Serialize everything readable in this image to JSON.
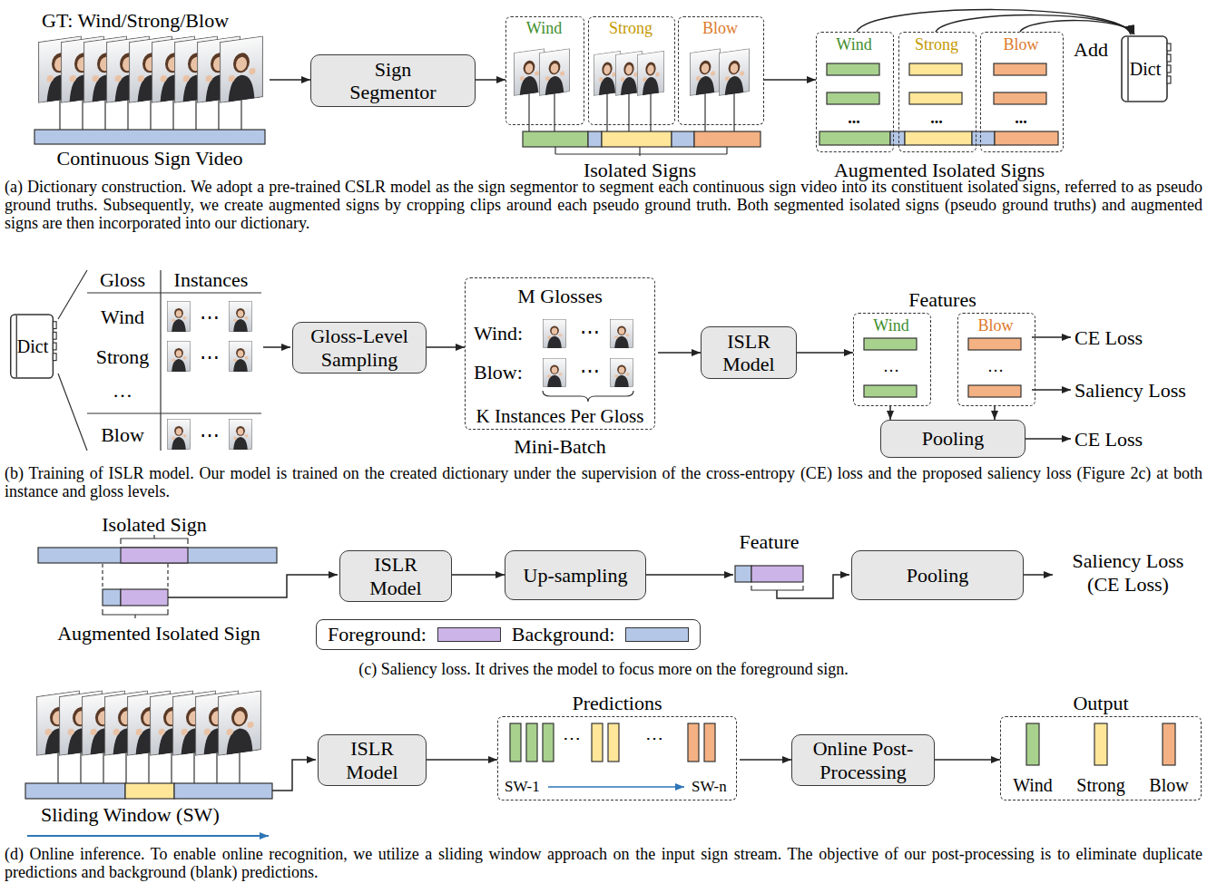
{
  "diagram": {
    "nodes": [
      {
        "text": [
          "GT: Wind/Strong/Blow",
          "Continuous Sign Video"
        ]
      },
      {
        "text": [
          "Sign Segmentor"
        ]
      },
      {
        "text": [
          "Wind"
        ]
      },
      {
        "text": [
          "Strong"
        ]
      },
      {
        "text": [
          "Blow"
        ]
      },
      {
        "text": [
          "Wind",
          "..."
        ]
      },
      {
        "text": [
          "Strong",
          "..."
        ]
      },
      {
        "text": [
          "Blow",
          "..."
        ]
      },
      {
        "text": [
          "Dict"
        ]
      },
      {
        "text": [
          "Dict"
        ]
      },
      {
        "text": [
          "Gloss-Level Sampling"
        ]
      },
      {
        "text": [
          "M Glosses",
          "Wind:",
          "⋯",
          "Blow:",
          "⋯",
          "K Instances Per Gloss",
          "Mini-Batch"
        ]
      },
      {
        "text": [
          "ISLR Model"
        ]
      },
      {
        "text": [
          "Wind",
          "…"
        ]
      },
      {
        "text": [
          "Blow",
          "…"
        ]
      },
      {
        "text": [
          "Pooling"
        ]
      },
      {
        "text": [
          "ISLR Model"
        ]
      },
      {
        "text": [
          "Up-sampling"
        ]
      },
      {
        "text": [
          "Pooling"
        ]
      },
      {
        "text": [
          "ISLR Model"
        ]
      },
      {
        "text": [
          "Predictions",
          "⋯",
          "⋯",
          "SW-1",
          "SW-n"
        ]
      },
      {
        "text": [
          "Online Post-Processing"
        ]
      },
      {
        "text": [
          "Output",
          "Wind",
          "Strong",
          "Blow"
        ]
      }
    ],
    "edges": [
      {
        "from": 0,
        "to": 1,
        "arrow": "to"
      },
      {
        "from": 1,
        "to": 2,
        "arrow": "to"
      },
      {
        "from": 4,
        "to": 5,
        "arrow": "to"
      },
      {
        "from": 5,
        "to": 8,
        "arrow": "to"
      },
      {
        "from": 6,
        "to": 8,
        "arrow": "to"
      },
      {
        "from": 7,
        "to": 8,
        "arrow": "to"
      },
      {
        "from": 10,
        "to": 11,
        "arrow": "to"
      },
      {
        "from": 11,
        "to": 12,
        "arrow": "to"
      },
      {
        "from": 12,
        "to": 13,
        "arrow": "to"
      },
      {
        "from": 13,
        "to": 15,
        "arrow": "to"
      },
      {
        "from": 14,
        "to": 15,
        "arrow": "to"
      },
      {
        "from": 16,
        "to": 17,
        "arrow": "to"
      },
      {
        "from": 19,
        "to": 20,
        "arrow": "to"
      },
      {
        "from": 20,
        "to": 21,
        "arrow": "to"
      },
      {
        "from": 21,
        "to": 22,
        "arrow": "to"
      }
    ],
    "labels": [
      "Isolated Signs",
      "Augmented Isolated Signs",
      "Add",
      "(a) Dictionary construction. We adopt a pre-trained CSLR model as the sign segmentor to segment each continuous sign video into its constituent isolated signs, referred to as pseudo ground truths. Subsequently, we create augmented signs by cropping clips around each pseudo ground truth. Both segmented isolated signs (pseudo ground truths) and augmented signs are then incorporated into our dictionary.",
      "Gloss",
      "Instances",
      "Wind",
      "Strong",
      "…",
      "Blow",
      "⋯",
      "⋯",
      "⋯",
      "Features",
      "CE Loss",
      "Saliency Loss",
      "CE Loss",
      "(b) Training of ISLR model. Our model is trained on the created dictionary under the supervision of the cross-entropy (CE) loss and the proposed saliency loss (Figure 2c) at both instance and gloss levels.",
      "Isolated Sign",
      "Augmented Isolated Sign",
      "Feature",
      "Saliency Loss (CE Loss)",
      "(c) Saliency loss. It drives the model to focus more on the foreground sign.",
      "Sliding Window (SW)",
      "(d) Online inference. To enable online recognition, we utilize a sliding window approach on the input sign stream. The objective of our post-processing is to eliminate duplicate predictions and background (blank) predictions."
    ],
    "legend": [
      {
        "text": "Foreground:",
        "color": "#cdb4e8"
      },
      {
        "text": "Background:",
        "color": "#b4c7e7"
      }
    ]
  }
}
